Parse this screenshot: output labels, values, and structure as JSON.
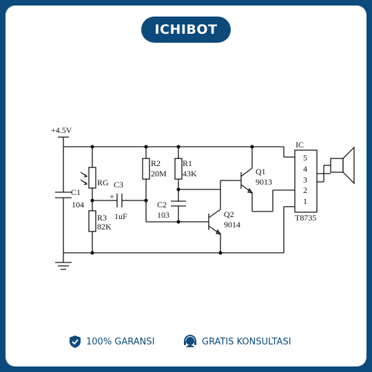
{
  "brand": {
    "name": "ICHIBOT"
  },
  "circuit": {
    "supply_label": "+4.5V",
    "ic_label": "IC",
    "ic_part": "T8735",
    "ic_pins": [
      "5",
      "4",
      "3",
      "2",
      "1"
    ],
    "components": {
      "c1": {
        "name": "C1",
        "value": "104"
      },
      "rg": {
        "name": "RG"
      },
      "c3": {
        "name": "C3",
        "value": "1uF",
        "polarity": "+"
      },
      "r3": {
        "name": "R3",
        "value": "82K"
      },
      "r2": {
        "name": "R2",
        "value": "20M"
      },
      "r1": {
        "name": "R1",
        "value": "43K"
      },
      "c2": {
        "name": "C2",
        "value": "103"
      },
      "q1": {
        "name": "Q1",
        "value": "9013"
      },
      "q2": {
        "name": "Q2",
        "value": "9014"
      }
    }
  },
  "footer": {
    "guarantee": {
      "label": "100% GARANSI",
      "icon": "shield-icon"
    },
    "consult": {
      "label": "GRATIS KONSULTASI",
      "icon": "headset-icon"
    }
  },
  "colors": {
    "brand": "#0d4a7c",
    "card": "#ffffff",
    "ink": "#111111"
  }
}
